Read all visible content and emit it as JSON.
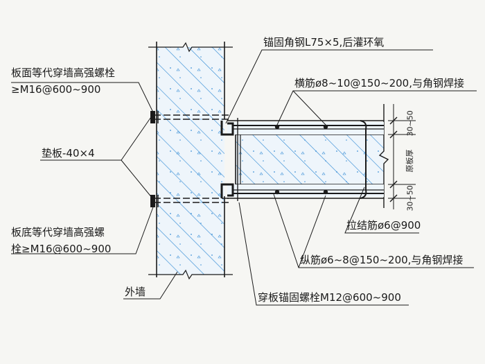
{
  "labels": {
    "top_bolt_line1": "板面等代穿墙高强螺栓",
    "top_bolt_line2": "≥M16@600~900",
    "angle_steel": "锚固角钢L75×5,后灌环氧",
    "transverse_bar": "横筋ø8~10@150~200,与角钢焊接",
    "shim_plate": "垫板-40×4",
    "bottom_bolt_line1": "板底等代穿墙高强螺",
    "bottom_bolt_line2": "栓≥M16@600~900",
    "tie_bar": "拉结筋ø6@900",
    "longitudinal_bar": "纵筋ø6~8@150~200,与角钢焊接",
    "outer_wall": "外墙",
    "slab_bolt": "穿板锚固螺栓M12@600~900"
  },
  "dimensions": {
    "top_cover": "30~50",
    "slab_thickness": "原板厚",
    "bottom_cover": "30~50"
  },
  "colors": {
    "line": "#1a1a1a",
    "hatch": "#3a8fd6",
    "wall_fill": "#eef5fb",
    "background": "#f6f6f3"
  }
}
